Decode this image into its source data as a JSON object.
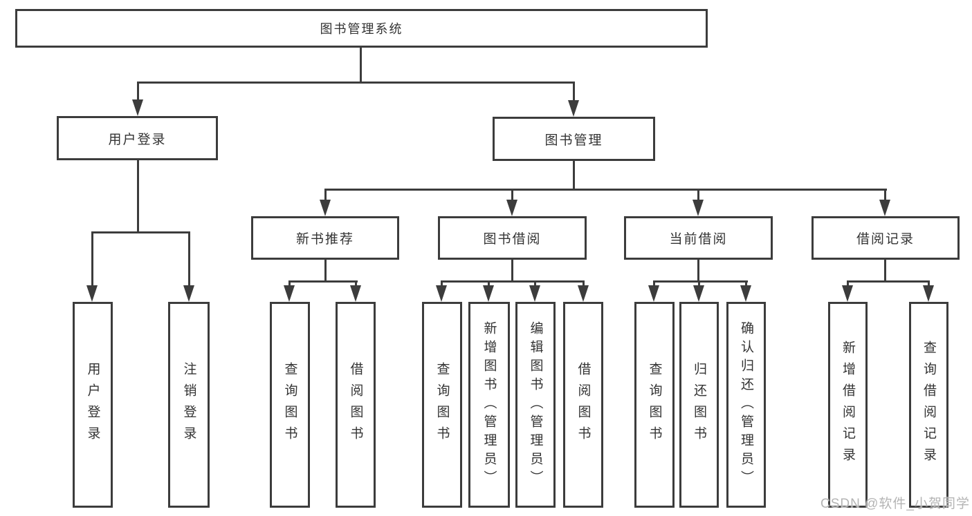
{
  "diagram": {
    "type": "hierarchy-flowchart",
    "root": {
      "label": "图书管理系统",
      "children": [
        {
          "label": "用户登录",
          "children": [
            {
              "label": "用户登录"
            },
            {
              "label": "注销登录"
            }
          ]
        },
        {
          "label": "图书管理",
          "children": [
            {
              "label": "新书推荐",
              "children": [
                {
                  "label": "查询图书"
                },
                {
                  "label": "借阅图书"
                }
              ]
            },
            {
              "label": "图书借阅",
              "children": [
                {
                  "label": "查询图书"
                },
                {
                  "label": "新增图书（管理员）"
                },
                {
                  "label": "编辑图书（管理员）"
                },
                {
                  "label": "借阅图书"
                }
              ]
            },
            {
              "label": "当前借阅",
              "children": [
                {
                  "label": "查询图书"
                },
                {
                  "label": "归还图书"
                },
                {
                  "label": "确认归还（管理员）"
                }
              ]
            },
            {
              "label": "借阅记录",
              "children": [
                {
                  "label": "新增借阅记录"
                },
                {
                  "label": "查询借阅记录"
                }
              ]
            }
          ]
        }
      ]
    }
  },
  "watermark": {
    "text": "CSDN @软件_小贺同学"
  },
  "colors": {
    "line": "#3c3c3c",
    "box_border": "#3c3c3c",
    "box_fill": "#ffffff",
    "text": "#333333",
    "watermark": "#b4b4b4",
    "background": "#ffffff"
  }
}
